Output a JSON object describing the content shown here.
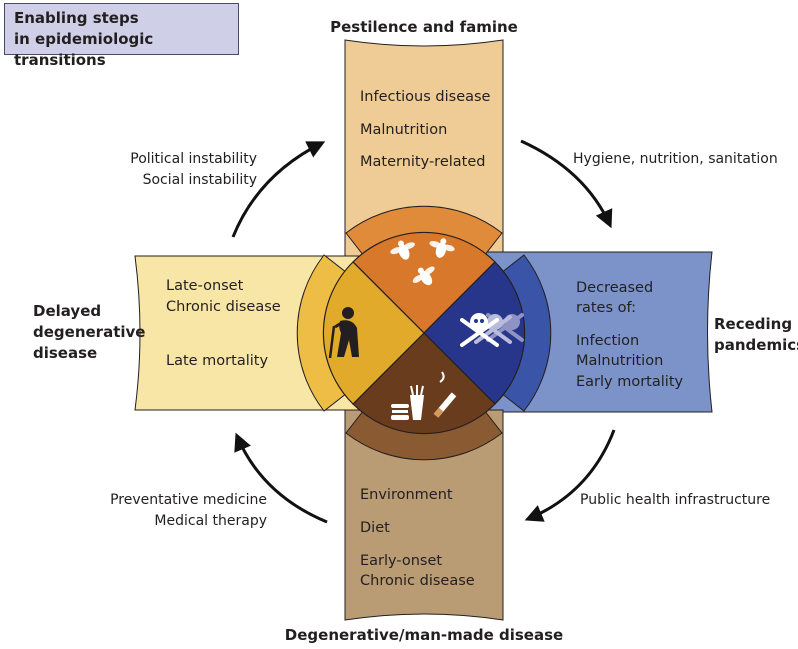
{
  "title": {
    "line1": "Enabling steps",
    "line2": "in epidemiologic transitions"
  },
  "stages": {
    "top": {
      "title": "Pestilence and famine",
      "items": [
        "Infectious disease",
        "Malnutrition",
        "Maternity-related"
      ],
      "color": "#efcb95"
    },
    "right": {
      "title_line1": "Receding",
      "title_line2": "pandemics",
      "items": [
        "Decreased",
        "rates of:",
        "Infection",
        "Malnutrition",
        "Early mortality"
      ],
      "color": "#7b93c8"
    },
    "bottom": {
      "title": "Degenerative/man-made disease",
      "items": [
        "Environment",
        "Diet",
        "Early-onset",
        "Chronic disease"
      ],
      "color": "#b99b74"
    },
    "left": {
      "title_line1": "Delayed",
      "title_line2": "degenerative",
      "title_line3": "disease",
      "items": [
        "Late-onset",
        "Chronic disease",
        "Late mortality"
      ],
      "color": "#f8e6a6"
    }
  },
  "transitions": {
    "top_left": [
      "Political instability",
      "Social instability"
    ],
    "top_right": [
      "Hygiene, nutrition, sanitation"
    ],
    "bottom_right": [
      "Public health infrastructure"
    ],
    "bottom_left": [
      "Preventative medicine",
      "Medical therapy"
    ]
  },
  "wedge_colors": {
    "top": "#d8782a",
    "right": "#27358a",
    "bottom": "#6a3c1e",
    "left": "#e2aa2a"
  },
  "icons": {
    "top": "flies-icon",
    "right": "skull-crossbones-icon",
    "bottom": "fast-food-cigarette-icon",
    "left": "elderly-person-icon"
  }
}
